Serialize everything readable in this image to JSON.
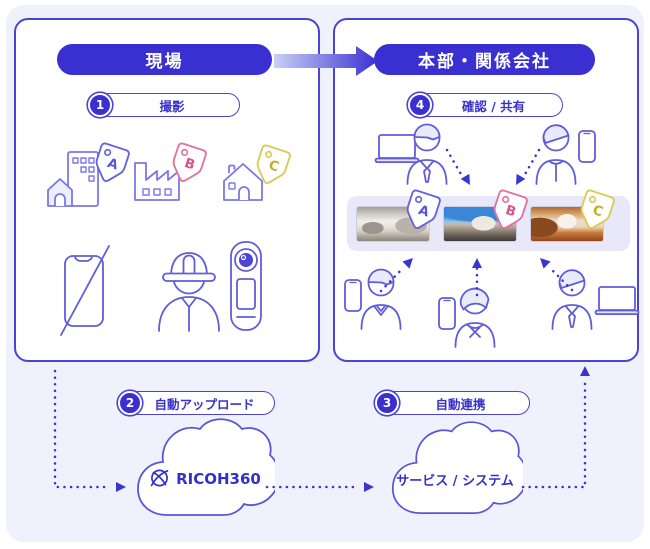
{
  "palette": {
    "primary_indigo": "#3a30d2",
    "indigo_text": "#3a31ca",
    "panel_border": "#4b43d4",
    "icon_stroke": "#6f6ce2",
    "container_bg": "#eff1fc",
    "strip_bg": "#e8e8f8",
    "tag_pink": "#e2729f",
    "tag_yellow": "#d9ca52",
    "dot_color": "#3b35cf"
  },
  "site": {
    "title": "現場",
    "step": {
      "number": "1",
      "label": "撮影"
    },
    "tags": {
      "a": "A",
      "b": "B",
      "c": "C"
    }
  },
  "hq": {
    "title": "本部・関係会社",
    "step": {
      "number": "4",
      "label": "確認 / 共有"
    },
    "photo_tags": {
      "a": "A",
      "b": "B",
      "c": "C"
    }
  },
  "upload": {
    "number": "2",
    "label": "自動アップロード"
  },
  "integration": {
    "number": "3",
    "label": "自動連携"
  },
  "clouds": {
    "ricoh": "RICOH360",
    "service": "サービス / システム"
  }
}
